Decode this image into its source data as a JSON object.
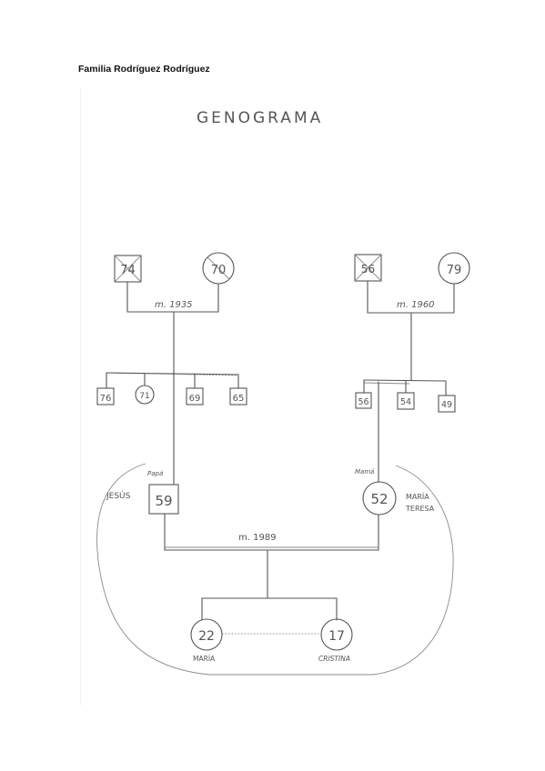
{
  "document": {
    "title": "Familia Rodríguez Rodríguez"
  },
  "diagram": {
    "heading": "GENOGRAMA",
    "grandparents_paternal": {
      "male": {
        "age": "74",
        "deceased": true
      },
      "female": {
        "age": "70",
        "deceased": true
      },
      "marriage": "m. 1935"
    },
    "grandparents_maternal": {
      "male": {
        "age": "56",
        "deceased": true
      },
      "female": {
        "age": "79",
        "deceased": false
      },
      "marriage": "m. 1960"
    },
    "paternal_siblings": [
      {
        "sex": "male",
        "age": "76"
      },
      {
        "sex": "female",
        "age": "71"
      },
      {
        "sex": "male",
        "age": "69"
      },
      {
        "sex": "male",
        "age": "65"
      }
    ],
    "maternal_siblings": [
      {
        "sex": "male",
        "age": "56"
      },
      {
        "sex": "male",
        "age": "54"
      },
      {
        "sex": "male",
        "age": "49"
      }
    ],
    "father": {
      "age": "59",
      "name": "JESÚS",
      "nickname": "Papá"
    },
    "mother": {
      "age": "52",
      "name_line1": "MARÍA",
      "name_line2": "TERESA",
      "nickname": "Mamá"
    },
    "parents_marriage": "m. 1989",
    "children": [
      {
        "sex": "female",
        "age": "22",
        "name": "MARÍA"
      },
      {
        "sex": "female",
        "age": "17",
        "name": "CRISTINA"
      }
    ]
  }
}
